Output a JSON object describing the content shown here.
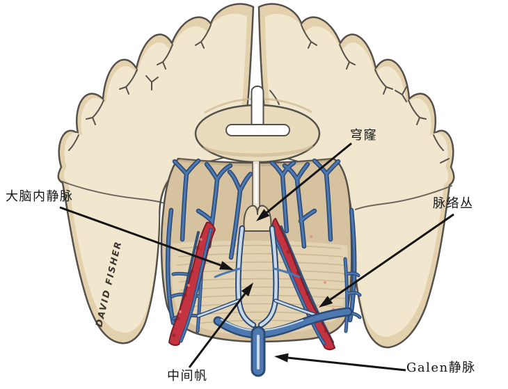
{
  "figure": {
    "type": "anatomical-illustration",
    "subject": "coronal brain section with deep venous system",
    "signature": "DAVID FISHER",
    "labels": {
      "fornix": "穹窿",
      "internal_cerebral_vein": "大脑内静脉",
      "choroid_plexus": "脉络丛",
      "velum_interpositum": "中间帆",
      "vein_of_galen": "Galen静脉"
    },
    "colors": {
      "background": "#ffffff",
      "brain_beige": "#e3d1ad",
      "brain_light": "#f1e7cf",
      "cavity_tan": "#d6c29e",
      "velum_tan": "#e4d3b2",
      "striation": "#c3ad85",
      "outline": "#55504a",
      "vein_dark": "#2b4a74",
      "vein_blue": "#4d78b2",
      "vein_pale": "#c9d9e8",
      "choroid_red": "#c43440",
      "choroid_dark": "#7e1c26",
      "corpus_callosum": "#e9dcbd",
      "fornix_tan": "#e6d6b6",
      "label_text": "#141414"
    }
  }
}
